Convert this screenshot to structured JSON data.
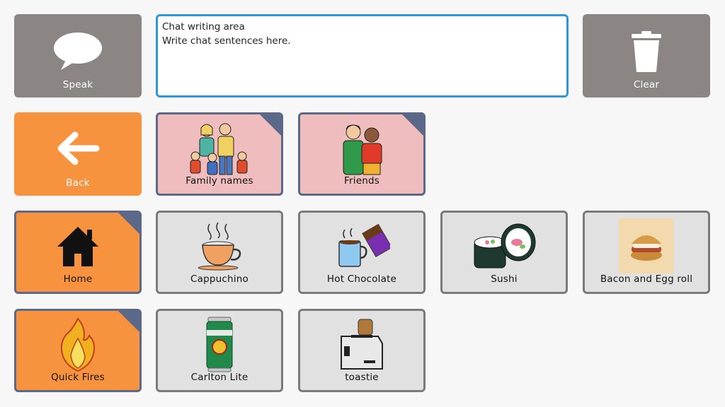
{
  "top_bar": {
    "speak_label": "Speak",
    "chat_area_title": "Chat writing area",
    "chat_area_hint": "Write chat sentences here.",
    "clear_label": "Clear"
  },
  "nav": {
    "back_label": "Back",
    "home_label": "Home",
    "quick_fires_label": "Quick Fires"
  },
  "folders": [
    {
      "label": "Family names"
    },
    {
      "label": "Friends"
    }
  ],
  "items": [
    {
      "label": "Cappuchino",
      "icon": "coffee-cup-icon"
    },
    {
      "label": "Hot Chocolate",
      "icon": "hot-chocolate-icon"
    },
    {
      "label": "Sushi",
      "icon": "sushi-icon"
    },
    {
      "label": "Bacon and Egg roll",
      "icon": "bacon-egg-roll-photo"
    },
    {
      "label": "Carlton Lite",
      "icon": "beer-can-icon"
    },
    {
      "label": "toastie",
      "icon": "toaster-icon"
    }
  ],
  "colors": {
    "action_gray": "#8b8683",
    "action_orange": "#f7923f",
    "folder_pink": "#efbdbd",
    "folder_border": "#5b6887",
    "item_gray": "#e1e1e1",
    "chat_border": "#2f97d8"
  }
}
